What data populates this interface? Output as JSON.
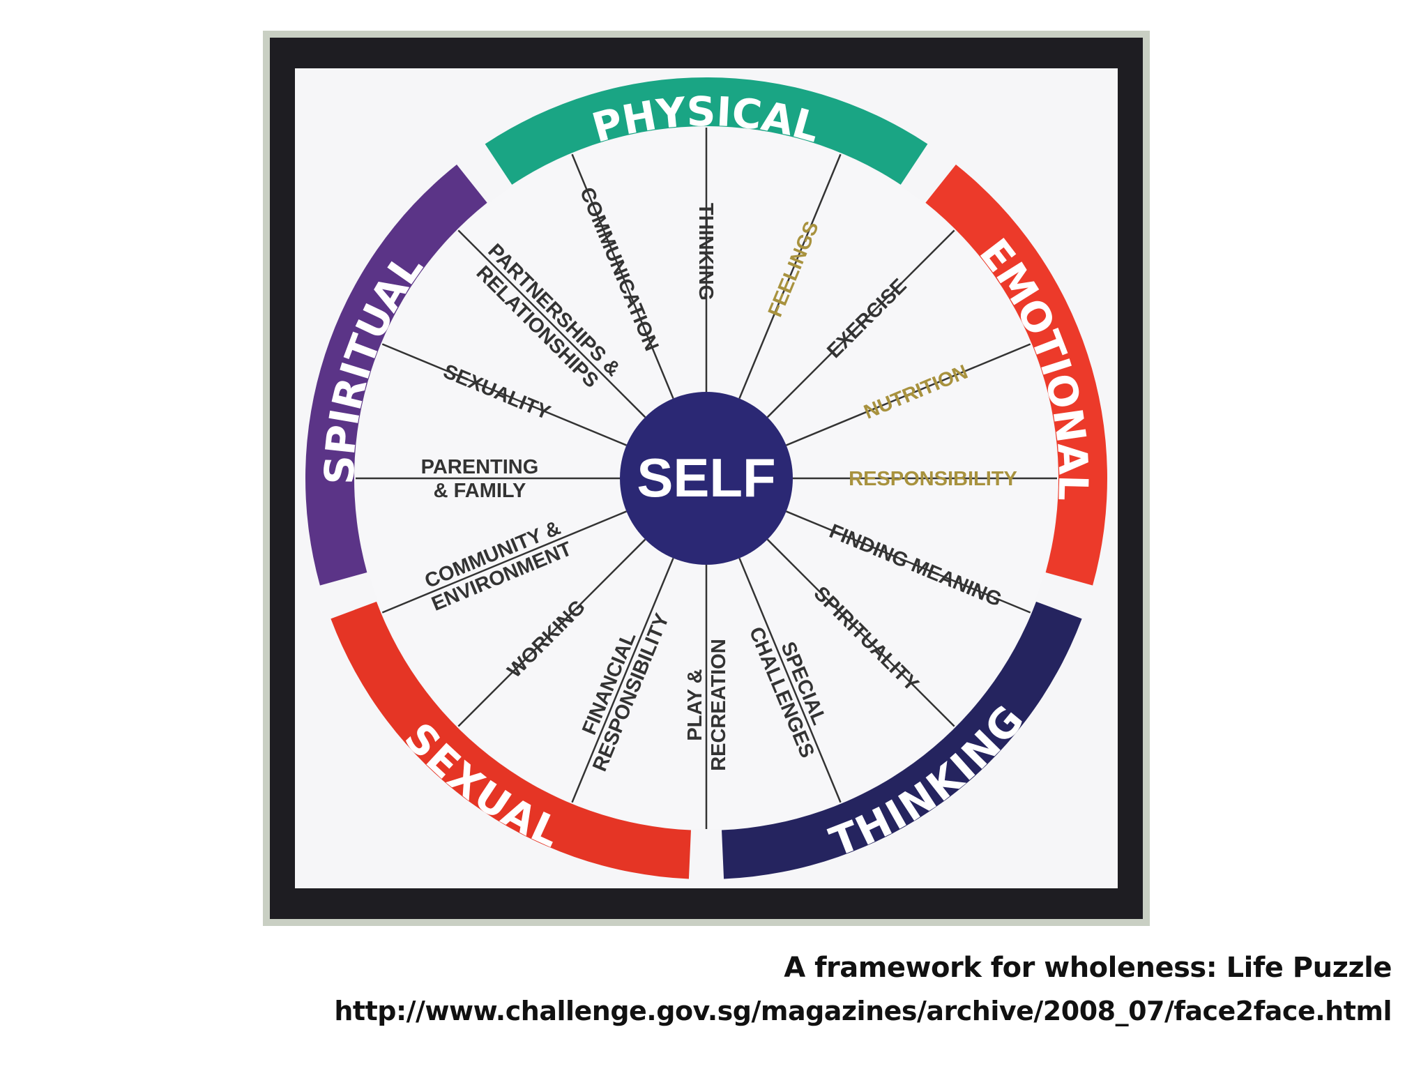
{
  "diagram": {
    "center": {
      "label": "SELF",
      "color": "#2b2874"
    },
    "dimensions": [
      {
        "label": "PHYSICAL",
        "color": "#1aa584"
      },
      {
        "label": "EMOTIONAL",
        "color": "#ec3a2a"
      },
      {
        "label": "THINKING",
        "color": "#25245f"
      },
      {
        "label": "SEXUAL",
        "color": "#e53525"
      },
      {
        "label": "SPIRITUAL",
        "color": "#5b3487"
      }
    ],
    "segments": [
      {
        "lines": [
          "THINKING"
        ],
        "color": "#333333"
      },
      {
        "lines": [
          "FEELINGS"
        ],
        "color": "#a8923e"
      },
      {
        "lines": [
          "EXERCISE"
        ],
        "color": "#333333"
      },
      {
        "lines": [
          "NUTRITION"
        ],
        "color": "#a8923e"
      },
      {
        "lines": [
          "RESPONSIBILITY"
        ],
        "color": "#a8923e"
      },
      {
        "lines": [
          "FINDING MEANING"
        ],
        "color": "#333333"
      },
      {
        "lines": [
          "SPIRITUALITY"
        ],
        "color": "#333333"
      },
      {
        "lines": [
          "SPECIAL",
          "CHALLENGES"
        ],
        "color": "#333333"
      },
      {
        "lines": [
          "PLAY &",
          "RECREATION"
        ],
        "color": "#333333"
      },
      {
        "lines": [
          "FINANCIAL",
          "RESPONSIBILITY"
        ],
        "color": "#333333"
      },
      {
        "lines": [
          "WORKING"
        ],
        "color": "#333333"
      },
      {
        "lines": [
          "COMMUNITY &",
          "ENVIRONMENT"
        ],
        "color": "#333333"
      },
      {
        "lines": [
          "PARENTING",
          "& FAMILY"
        ],
        "color": "#333333"
      },
      {
        "lines": [
          "SEXUALITY"
        ],
        "color": "#333333"
      },
      {
        "lines": [
          "PARTNERSHIPS &",
          "RELATIONSHIPS"
        ],
        "color": "#333333"
      },
      {
        "lines": [
          "COMMUNICATION"
        ],
        "color": "#333333"
      }
    ]
  },
  "caption": {
    "title": "A framework for wholeness: Life Puzzle",
    "url": "http://www.challenge.gov.sg/magazines/archive/2008_07/face2face.html"
  }
}
